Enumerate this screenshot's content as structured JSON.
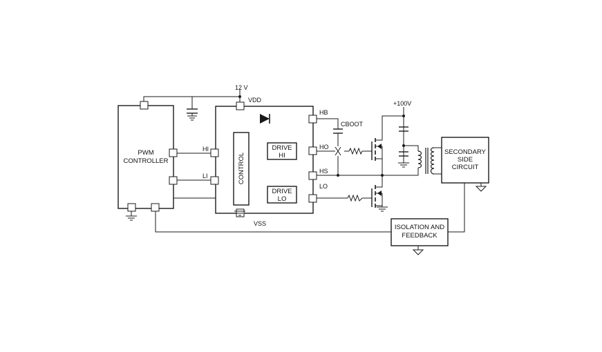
{
  "blocks": {
    "pwm": [
      "PWM",
      "CONTROLLER"
    ],
    "control": "CONTROL",
    "drive_hi": [
      "DRIVE",
      "HI"
    ],
    "drive_lo": [
      "DRIVE",
      "LO"
    ],
    "secondary": [
      "SECONDARY",
      "SIDE",
      "CIRCUIT"
    ],
    "isolation": [
      "ISOLATION AND",
      "FEEDBACK"
    ]
  },
  "pins": {
    "hi": "HI",
    "li": "LI",
    "hb": "HB",
    "ho": "HO",
    "hs": "HS",
    "lo": "LO",
    "vdd": "VDD",
    "vss": "VSS"
  },
  "labels": {
    "supply_12v": "12 V",
    "supply_100v": "+100V",
    "cboot": "CBOOT"
  }
}
